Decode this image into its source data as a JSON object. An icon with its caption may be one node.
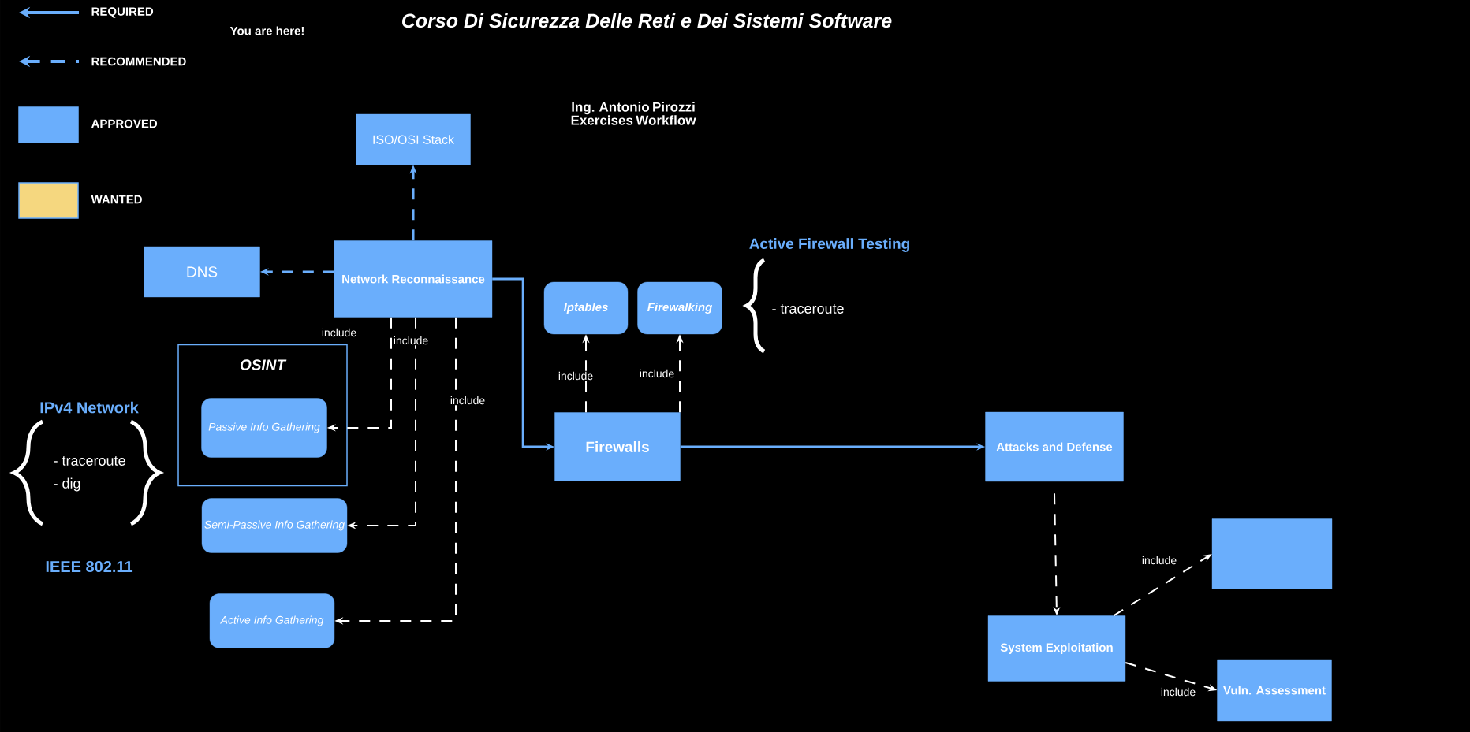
{
  "diagram": {
    "title": "Corso Di Sicurezza Delle Reti e Dei Sistemi Software",
    "nodes": [
      {
        "text": [
          "ISO/OSI Stack"
        ]
      },
      {
        "text": [
          "DNS"
        ]
      },
      {
        "text": [
          "Network Reconnaissance"
        ]
      },
      {
        "text": [
          "OSINT"
        ]
      },
      {
        "text": [
          "Passive Info Gathering"
        ],
        "in": 3
      },
      {
        "text": [
          "Semi-Passive Info Gathering"
        ]
      },
      {
        "text": [
          "Active Info Gathering"
        ]
      },
      {
        "text": [
          "Iptables"
        ]
      },
      {
        "text": [
          "Firewalking"
        ]
      },
      {
        "text": [
          "Firewalls"
        ]
      },
      {
        "text": [
          "Attacks and Defense"
        ]
      },
      {
        "text": [
          "System Exploitation"
        ]
      },
      {
        "text": [],
        "shape": "box"
      },
      {
        "text": [
          "Vuln. Assessment"
        ]
      }
    ],
    "edges": [
      {
        "from": 2,
        "to": 0,
        "arrow": "to",
        "style": "dashed",
        "color": "#6aaefc"
      },
      {
        "from": 2,
        "to": 1,
        "arrow": "to",
        "style": "dashed",
        "color": "#6aaefc"
      },
      {
        "from": 2,
        "to": 9,
        "arrow": "to",
        "color": "#6aaefc"
      },
      {
        "from": 2,
        "to": 4,
        "arrow": "to",
        "style": "dashed",
        "label": "include"
      },
      {
        "from": 2,
        "to": 5,
        "arrow": "to",
        "style": "dashed",
        "label": "include"
      },
      {
        "from": 2,
        "to": 6,
        "arrow": "to",
        "style": "dashed",
        "label": "include"
      },
      {
        "from": 9,
        "to": 7,
        "arrow": "to",
        "style": "dashed",
        "label": "include"
      },
      {
        "from": 9,
        "to": 8,
        "arrow": "to",
        "style": "dashed",
        "label": "include"
      },
      {
        "from": 9,
        "to": 10,
        "arrow": "to",
        "color": "#6aaefc"
      },
      {
        "from": 10,
        "to": 11,
        "arrow": "to",
        "style": "dashed"
      },
      {
        "from": 11,
        "to": 12,
        "arrow": "to",
        "style": "dashed",
        "label": "include"
      },
      {
        "from": 11,
        "to": 13,
        "arrow": "to",
        "style": "dashed",
        "label": "include"
      }
    ],
    "labels": [
      "You are here!",
      "Ing. Antonio Pirozzi Exercises Workflow",
      "Active Firewall Testing",
      "- traceroute",
      "IPv4 Network",
      "- traceroute",
      "- dig",
      "IEEE 802.11"
    ],
    "legend": [
      {
        "text": "REQUIRED"
      },
      {
        "text": "RECOMMENDED"
      },
      {
        "text": "APPROVED",
        "color": "#6aaefc"
      },
      {
        "text": "WANTED",
        "color": "#f5d77f"
      }
    ]
  }
}
